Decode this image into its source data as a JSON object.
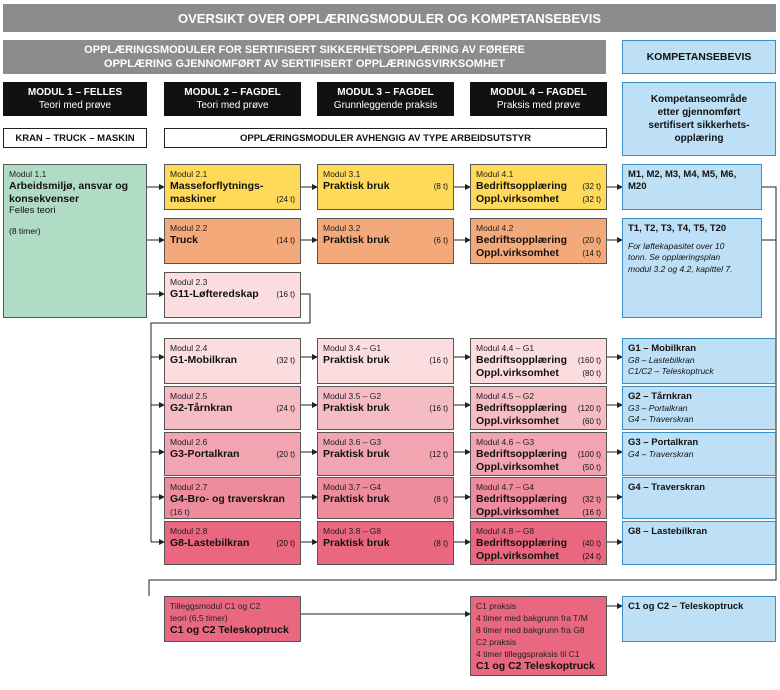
{
  "title": "OVERSIKT OVER OPPLÆRINGSMODULER OG KOMPETANSEBEVIS",
  "header": {
    "line1": "OPPLÆRINGSMODULER FOR SERTIFISERT SIKKERHETSOPPLÆRING AV FØRERE",
    "line2": "OPPLÆRING GJENNOMFØRT AV SERTIFISERT OPPLÆRINGSVIRKSOMHET",
    "kompetanse": "KOMPETANSEBEVIS"
  },
  "columns": [
    {
      "title": "MODUL 1 – FELLES",
      "sub": "Teori med prøve"
    },
    {
      "title": "MODUL 2 – FAGDEL",
      "sub": "Teori med prøve"
    },
    {
      "title": "MODUL 3 – FAGDEL",
      "sub": "Grunnleggende praksis"
    },
    {
      "title": "MODUL 4 – FAGDEL",
      "sub": "Praksis med prøve"
    }
  ],
  "kompetanse_col": {
    "l1": "Kompetanseområde",
    "l2": "etter gjennomført",
    "l3": "sertifisert sikkerhets-",
    "l4": "opplæring"
  },
  "subheaders": {
    "left": "KRAN – TRUCK – MASKIN",
    "right": "OPPLÆRINGSMODULER AVHENGIG AV TYPE ARBEIDSUTSTYR"
  },
  "modul1": {
    "label": "Modul 1.1",
    "title": "Arbeidsmiljø, ansvar og konsekvenser",
    "sub": "Felles teori",
    "hours": "(8 timer)"
  },
  "rows": [
    {
      "m2": {
        "label": "Modul 2.1",
        "title": "Masseforflytnings-",
        "title2": "maskiner",
        "hours": "(24 t)"
      },
      "m3": {
        "label": "Modul 3.1",
        "title": "Praktisk bruk",
        "hours": "(8 t)"
      },
      "m4": {
        "label": "Modul 4.1",
        "t1": "Bedriftsopplæring",
        "h1": "(32 t)",
        "t2": "Oppl.virksomhet",
        "h2": "(32 t)"
      },
      "k": {
        "b": "M1, M2, M3, M4, M5, M6,",
        "b2": "M20"
      }
    },
    {
      "m2": {
        "label": "Modul 2.2",
        "title": "Truck",
        "hours": "(14 t)"
      },
      "m3": {
        "label": "Modul 3.2",
        "title": "Praktisk bruk",
        "hours": "(6 t)"
      },
      "m4": {
        "label": "Modul 4.2",
        "t1": "Bedriftsopplæring",
        "h1": "(20 t)",
        "t2": "Oppl.virksomhet",
        "h2": "(14 t)"
      },
      "k": {
        "b": "T1, T2, T3, T4, T5, T20",
        "i1": "For løftekapasitet over 10",
        "i2": "tonn. Se opplæringsplan",
        "i3": "modul 3.2 og 4.2, kapittel 7."
      }
    },
    {
      "m2": {
        "label": "Modul 2.3",
        "title": "G11-Løfteredskap",
        "hours": "(16 t)"
      }
    },
    {
      "m2": {
        "label": "Modul 2.4",
        "title": "G1-Mobilkran",
        "hours": "(32 t)"
      },
      "m3": {
        "label": "Modul 3.4 – G1",
        "title": "Praktisk bruk",
        "hours": "(16 t)"
      },
      "m4": {
        "label": "Modul 4.4 – G1",
        "t1": "Bedriftsopplæring",
        "h1": "(160 t)",
        "t2": "Oppl.virksomhet",
        "h2": "(80 t)"
      },
      "k": {
        "b": "G1 – Mobilkran",
        "i1": "G8 – Lastebilkran",
        "i2": "C1/C2 – Teleskoptruck"
      }
    },
    {
      "m2": {
        "label": "Modul 2.5",
        "title": "G2-Tårnkran",
        "hours": "(24 t)"
      },
      "m3": {
        "label": "Modul 3.5 – G2",
        "title": "Praktisk bruk",
        "hours": "(16 t)"
      },
      "m4": {
        "label": "Modul 4.5 – G2",
        "t1": "Bedriftsopplæring",
        "h1": "(120 t)",
        "t2": "Oppl.virksomhet",
        "h2": "(60 t)"
      },
      "k": {
        "b": "G2 – Tårnkran",
        "i1": "G3 – Portalkran",
        "i2": "G4 – Traverskran"
      }
    },
    {
      "m2": {
        "label": "Modul 2.6",
        "title": "G3-Portalkran",
        "hours": "(20 t)"
      },
      "m3": {
        "label": "Modul 3.6 – G3",
        "title": "Praktisk bruk",
        "hours": "(12 t)"
      },
      "m4": {
        "label": "Modul 4.6 – G3",
        "t1": "Bedriftsopplæring",
        "h1": "(100 t)",
        "t2": "Oppl.virksomhet",
        "h2": "(50 t)"
      },
      "k": {
        "b": "G3 – Portalkran",
        "i1": "G4 – Traverskran"
      }
    },
    {
      "m2": {
        "label": "Modul 2.7",
        "title": "G4-Bro- og traverskran",
        "hours": "(16 t)"
      },
      "m3": {
        "label": "Modul 3.7 – G4",
        "title": "Praktisk bruk",
        "hours": "(8 t)"
      },
      "m4": {
        "label": "Modul 4.7 – G4",
        "t1": "Bedriftsopplæring",
        "h1": "(32 t)",
        "t2": "Oppl.virksomhet",
        "h2": "(16 t)"
      },
      "k": {
        "b": "G4 – Traverskran"
      }
    },
    {
      "m2": {
        "label": "Modul 2.8",
        "title": "G8-Lastebilkran",
        "hours": "(20 t)"
      },
      "m3": {
        "label": "Modul 3.8 – G8",
        "title": "Praktisk bruk",
        "hours": "(8 t)"
      },
      "m4": {
        "label": "Modul 4.8 – G8",
        "t1": "Bedriftsopplæring",
        "h1": "(40 t)",
        "t2": "Oppl.virksomhet",
        "h2": "(24 t)"
      },
      "k": {
        "b": "G8 – Lastebilkran"
      }
    }
  ],
  "tillegg": {
    "l1": "Tilleggsmodul C1 og C2",
    "l2": "teori (6,5 timer)",
    "title": "C1 og C2 Teleskoptruck"
  },
  "c1praksis": {
    "l1": "C1 praksis",
    "l2": "4 timer med bakgrunn fra T/M",
    "l3": "8 timer med bakgrunn fra G8",
    "l4": "C2 praksis",
    "l5": "4 timer tilleggspraksis til C1",
    "title": "C1 og C2 Teleskoptruck"
  },
  "c1k": "C1 og C2 – Teleskoptruck"
}
